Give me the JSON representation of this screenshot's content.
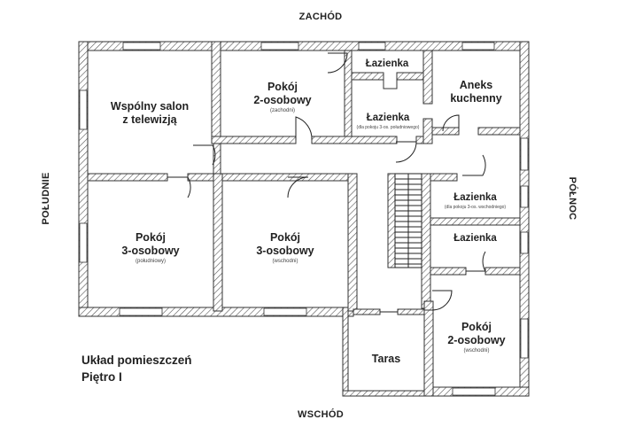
{
  "directions": {
    "west": "ZACHÓD",
    "east": "WSCHÓD",
    "south": "POŁUDNIE",
    "north": "PÓŁNOC"
  },
  "rooms": {
    "living_room": {
      "line1": "Wspólny salon",
      "line2": "z telewizją"
    },
    "room2_west": {
      "line1": "Pokój",
      "line2": "2-osobowy",
      "note": "(zachodni)"
    },
    "bathroom_top": {
      "label": "Łazienka"
    },
    "bathroom_south": {
      "label": "Łazienka",
      "note": "(dla pokoju 3-os. południowego)"
    },
    "kitchenette": {
      "line1": "Aneks",
      "line2": "kuchenny"
    },
    "bathroom_east": {
      "label": "Łazienka",
      "note": "(dla pokoju 3-os. wschodniego)"
    },
    "bathroom_small": {
      "label": "Łazienka"
    },
    "room3_south": {
      "line1": "Pokój",
      "line2": "3-osobowy",
      "note": "(południowy)"
    },
    "room3_east": {
      "line1": "Pokój",
      "line2": "3-osobowy",
      "note": "(wschodni)"
    },
    "terrace": {
      "label": "Taras"
    },
    "room2_east": {
      "line1": "Pokój",
      "line2": "2-osobowy",
      "note": "(wschodni)"
    }
  },
  "legend": {
    "line1": "Układ pomieszczeń",
    "line2": "Piętro I"
  }
}
